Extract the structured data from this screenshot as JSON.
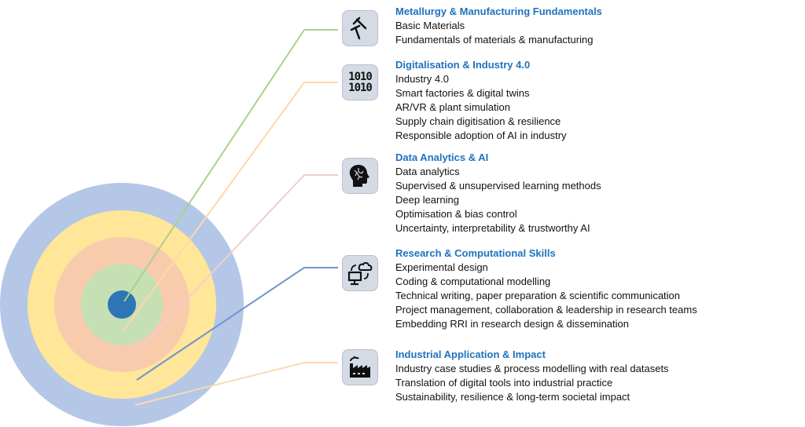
{
  "diagram": {
    "type": "concentric-rings-with-callouts",
    "ring_colors": {
      "outer": "#b4c7e7",
      "second": "#ffe699",
      "third": "#f8cbad",
      "fourth": "#c5e0b4",
      "core": "#2e75b6"
    },
    "title_color": "#1f72bd"
  },
  "sections": [
    {
      "icon": "hammer-tools-icon",
      "connector_color": "#a9d18e",
      "title": "Metallurgy & Manufacturing Fundamentals",
      "items": [
        "Basic Materials",
        "Fundamentals of materials & manufacturing"
      ]
    },
    {
      "icon": "binary-code-icon",
      "icon_text": [
        "1010",
        "1010"
      ],
      "connector_color": "#ffd8a8",
      "title": "Digitalisation & Industry 4.0",
      "items": [
        "Industry 4.0",
        "Smart factories & digital twins",
        "AR/VR & plant simulation",
        "Supply chain digitisation & resilience",
        "Responsible adoption of AI in industry"
      ]
    },
    {
      "icon": "brain-head-icon",
      "connector_color": "#f4cccc",
      "title": "Data Analytics & AI",
      "items": [
        "Data analytics",
        "Supervised & unsupervised learning methods",
        "Deep learning",
        "Optimisation & bias control",
        "Uncertainty, interpretability & trustworthy AI"
      ]
    },
    {
      "icon": "computer-cloud-sync-icon",
      "connector_color": "#6f94d0",
      "title": "Research & Computational Skills",
      "items": [
        "Experimental design",
        "Coding & computational modelling",
        "Technical writing, paper preparation & scientific communication",
        "Project management, collaboration & leadership in research teams",
        "Embedding RRI in research design & dissemination"
      ]
    },
    {
      "icon": "factory-icon",
      "connector_color": "#fcd9b0",
      "title": "Industrial Application & Impact",
      "items": [
        "Industry case studies & process modelling with real datasets",
        "Translation of digital tools into industrial practice",
        "Sustainability, resilience & long-term societal impact"
      ]
    }
  ]
}
